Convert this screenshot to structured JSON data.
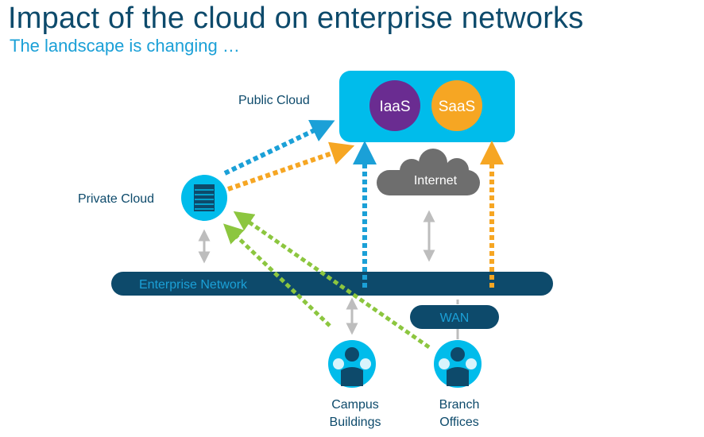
{
  "header": {
    "title": "Impact of the cloud on enterprise networks",
    "subtitle": "The landscape is changing …"
  },
  "diagram": {
    "public_cloud_label": "Public Cloud",
    "private_cloud_label": "Private Cloud",
    "iaas_label": "IaaS",
    "saas_label": "SaaS",
    "internet_label": "Internet",
    "enterprise_network_label": "Enterprise Network",
    "wan_label": "WAN",
    "campus_label_line1": "Campus",
    "campus_label_line2": "Buildings",
    "branch_label_line1": "Branch",
    "branch_label_line2": "Offices"
  },
  "colors": {
    "navy": "#0d4a6b",
    "cyan": "#1ba0d7",
    "public_cloud_fill": "#00bceb",
    "iaas": "#6a2c91",
    "saas": "#f6a623",
    "internet_gray": "#6e6e6e",
    "arrow_blue": "#1ba0d7",
    "arrow_orange": "#f6a623",
    "arrow_green": "#8cc63f",
    "arrow_gray": "#bdbdbd"
  },
  "icons": [
    "server-icon",
    "person-icon",
    "cloud-icon"
  ]
}
